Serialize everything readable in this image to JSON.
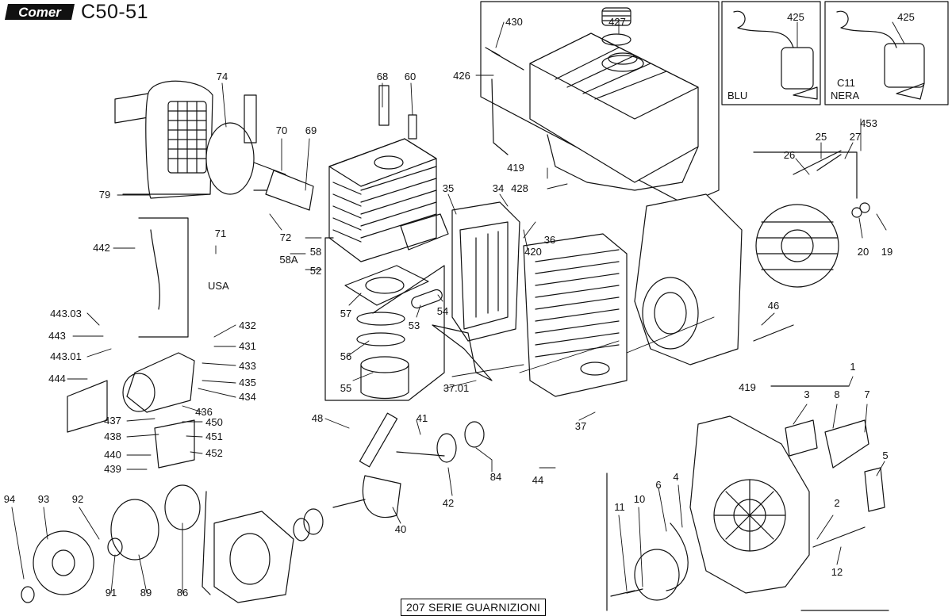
{
  "header": {
    "brand_logo": "Comer",
    "model": "C50-51"
  },
  "insets": {
    "blu_label": "BLU",
    "c11_label": "C11",
    "nera_label": "NERA",
    "usa_label": "USA"
  },
  "footer": {
    "gasket_set": "207 SERIE GUARNIZIONI"
  },
  "callouts": [
    "430",
    "427",
    "426",
    "425",
    "425",
    "74",
    "68",
    "60",
    "70",
    "69",
    "79",
    "419",
    "428",
    "35",
    "34",
    "453",
    "25",
    "27",
    "26",
    "72",
    "36",
    "420",
    "58",
    "58A",
    "52",
    "71",
    "442",
    "57",
    "53",
    "54",
    "19",
    "20",
    "443.03",
    "432",
    "443",
    "431",
    "443.01",
    "433",
    "56",
    "46",
    "444",
    "435",
    "434",
    "55",
    "37.01",
    "436",
    "437",
    "450",
    "48",
    "41",
    "438",
    "451",
    "440",
    "452",
    "439",
    "1",
    "419",
    "3",
    "8",
    "7",
    "37",
    "5",
    "44",
    "84",
    "42",
    "94",
    "93",
    "92",
    "6",
    "4",
    "11",
    "10",
    "2",
    "40",
    "12",
    "91",
    "89",
    "86"
  ],
  "colors": {
    "line": "#111111",
    "background": "#ffffff"
  }
}
